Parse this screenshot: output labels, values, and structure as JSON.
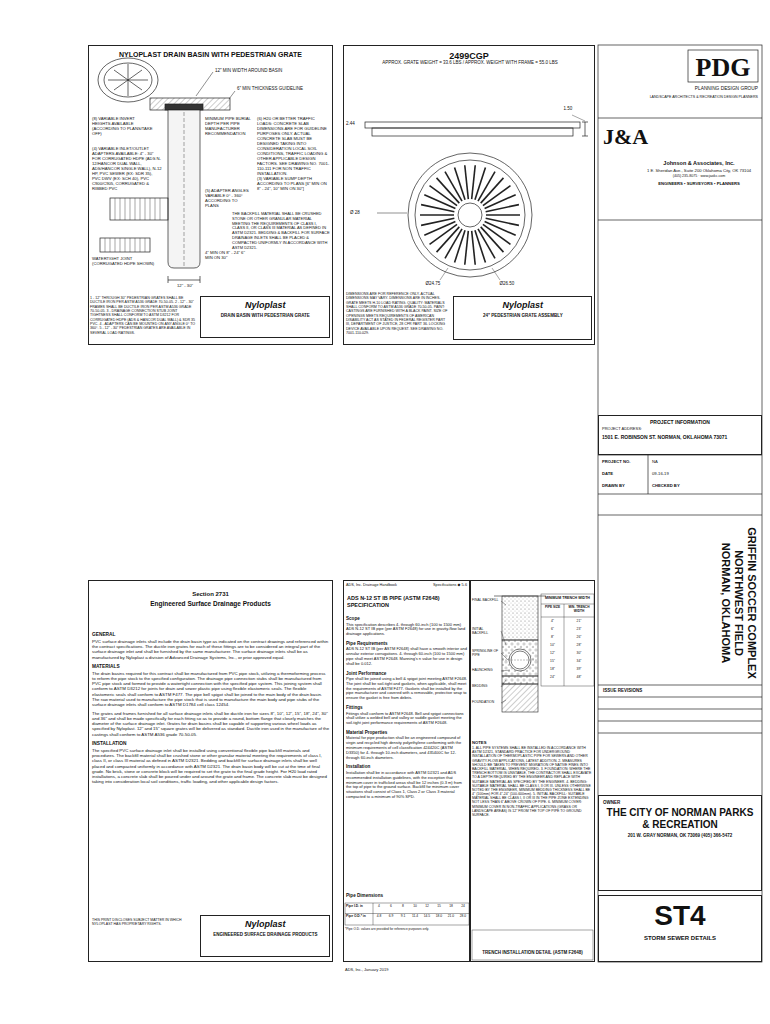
{
  "diagram": {
    "nodes": [
      {
        "text": [
          "NYLOPLAST DRAIN BASIN WITH PEDESTRIAN GRATE"
        ]
      },
      {
        "text": [
          "Nyloplast",
          "DRAIN BASIN WITH PEDESTRIAN GRATE"
        ],
        "in": 0
      },
      {
        "text": [
          "2499CGP"
        ]
      },
      {
        "text": [
          "Nyloplast",
          "24\" PEDESTRIAN GRATE ASSEMBLY"
        ],
        "in": 2
      },
      {
        "text": [
          "PROJECT INFORMATION",
          "PROJECT ADDRESS:",
          "1501 E. ROBINSON ST. NORMAN, OKLAHOMA 73071"
        ]
      },
      {
        "text": [
          "OWNER",
          "THE CITY OF NORMAN PARKS & RECREATION",
          "201 W. GRAY NORMAN, OK 73069 (405) 366-5472"
        ]
      },
      {
        "text": [
          "ST4",
          "STORM SEWER DETAILS"
        ]
      },
      {
        "text": [
          "Section 2731",
          "Engineered Surface Drainage Products"
        ]
      },
      {
        "text": [
          "Nyloplast",
          "ENGINEERED SURFACE DRAINAGE PRODUCTS"
        ],
        "in": 7
      },
      {
        "text": [
          "ADS N-12 ST IB PIPE (ASTM F2648) SPECIFICATION"
        ]
      },
      {
        "text": [
          "TRENCH INSTALLATION DETAIL (ASTM F2648)"
        ]
      }
    ],
    "labels": [
      "12\" MIN WIDTH AROUND BASIN",
      "6\" MIN THICKNESS GUIDELINE",
      "MINIMUM PIPE BURIAL DEPTH PER PIPE MANUFACTURER RECOMMENDATION",
      "(8) VARIABLE INVERT HEIGHTS AVAILABLE (ACCORDING TO PLANS/TAKE OFF)",
      "(5) ADAPTER ANGLES VARIABLE 0° - 360° ACCORDING TO PLANS",
      "(6) H20 OR BETTER TRAFFIC LOADS: CONCRETE SLAB DIMENSIONS ARE FOR GUIDELINE PURPOSES ONLY. ACTUAL CONCRETE SLAB MUST BE DESIGNED TAKING INTO CONSIDERATION LOCAL SOIL CONDITIONS, TRAFFIC LOADING & OTHER APPLICABLE DESIGN FACTORS. SEE DRAWING NO. 7001-110-111 FOR NON TRAFFIC INSTALLATION.",
      "(4) VARIABLE INLET/OUTLET ADAPTERS AVAILABLE: 4\" - 30\" FOR CORRUGATED HDPE (ADS N-12/HANCOR DUAL WALL, ADS/HANCOR SINGLE WALL), N-12 HP, PVC SEWER (EX: SDR 35), PVC DWV (EX: SCH 40), PVC C900/C905, CORRUGATED & RIBBED PVC",
      "4\" MIN ON 8\" - 24\" 6\" MIN ON 30\"",
      "(3) VARIABLE SUMP DEPTH ACCORDING TO PLANS [6\" MIN ON 8\" - 24\", 10\" MIN ON 30\"]",
      "THE BACKFILL MATERIAL SHALL BE CRUSHED STONE OR OTHER GRANULAR MATERIAL MEETING THE REQUIREMENTS OF CLASS I, CLASS II, OR CLASS III MATERIAL AS DEFINED IN ASTM D2321. BEDDING & BACKFILL FOR SURFACE DRAINAGE INLETS SHALL BE PLACED & COMPACTED UNIFORMLY IN ACCORDANCE WITH ASTM D2321.",
      "WATERTIGHT JOINT (CORRUGATED HDPE SHOWN)",
      "12\" - 30\"",
      "1 - 12\" THROUGH 30\" PEDESTRIAN GRATES SHALL BE DUCTILE IRON PER ASTM A536 GRADE 70-50-05. 2 - 12\" - 30\" FRAMES SHALL BE DUCTILE IRON PER ASTM A536 GRADE 70-50-05. 3 - DRAINAGE CONNECTION STUB JOINT TIGHTNESS SHALL CONFORM TO ASTM D3212 FOR CORRUGATED HDPE (ADS & HANCOR DUAL WALL) & SDR 35 PVC. 4 - ADAPTERS CAN BE MOUNTED ON ANY ANGLE 0° TO 360°. 5 - 12\" - 30\" PEDESTRIAN GRATES ARE AVAILABLE IN SEVERAL LOAD RATINGS.",
      "APPROX. GRATE WEIGHT = 33.6 LBS / APPROX. WEIGHT WITH FRAME = 55.0 LBS",
      "1.50",
      "2.44",
      "Ø 28",
      "Ø24.75",
      "Ø26.50",
      "DIMENSIONS ARE FOR REFERENCE ONLY. ACTUAL DIMENSIONS MAY VARY. DIMENSIONS ARE IN INCHES. GRATE MEETS H-10 LOAD RATING. QUALITY: MATERIALS SHALL CONFORM TO ASTM A536 GRADE 70-50-05. PAINT: CASTINGS ARE FURNISHED WITH A BLACK PAINT. SIZE OF OPENINGS MEETS REQUIREMENTS OF AMERICAN DISABILITY ACT AS STATED IN FEDERAL REGISTER PART III, DEPARTMENT OF JUSTICE, 28 CFR PART 36. LOCKING DEVICE AVAILABLE UPON REQUEST. SEE DRAWING NO. 7001-110-029.",
      "PDG",
      "PLANNING DESIGN GROUP",
      "LANDSCAPE ARCHITECTS & RECREATION DESIGN PLANNERS",
      "J&A",
      "Johnson & Associates, Inc.",
      "1 E. Sheridan Ave., Suite 200 Oklahoma City, OK 73104",
      "(405) 235-8075 · www.jaokc.com",
      "ENGINEERS • SURVEYORS • PLANNERS",
      "PROJECT NO.",
      "NA",
      "DATE",
      "09-16-19",
      "DRAWN BY",
      "CHECKED BY",
      "GRIFFIN SOCCER COMPLEX NORTHWEST FIELD NORMAN, OKLAHOMA",
      "ISSUE REVISIONS",
      "GENERAL",
      "PVC surface drainage inlets shall include the drain basin type as indicated on the contract drawings and referenced within the contract specifications. The ductile iron grates for each of these fittings are to be considered an integral part of the surface drainage inlet and shall be furnished by the same manufacturer. The surface drainage inlets shall be as manufactured by Nyloplast a division of Advanced Drainage Systems, Inc., or prior approved equal.",
      "MATERIALS",
      "The drain basins required for this contract shall be manufactured from PVC pipe stock, utilizing a thermoforming process to reform the pipe stock to the specified configuration. The drainage pipe connection stubs shall be manufactured from PVC pipe stock and formed to provide a watertight connection with the specified pipe system. This joining system shall conform to ASTM D3212 for joints for drain and sewer plastic pipe using flexible elastomeric seals. The flexible elastomeric seals shall conform to ASTM F477. The pipe bell spigot shall be joined to the main body of the drain basin. The raw material used to manufacture the pipe stock that is used to manufacture the main body and pipe stubs of the surface drainage inlets shall conform to ASTM D1784 cell class 12454.",
      "The grates and frames furnished for all surface drainage inlets shall be ductile iron for sizes 8\", 10\", 12\", 15\", 18\", 24\", 30\" and 36\" and shall be made specifically for each fitting so as to provide a round, bottom flange that closely matches the diameter of the surface drainage inlet. Grates for drain basins shall be capable of supporting various wheel loads as specified by Nyloplast. 12\" and 15\" square grates will be delivered as standard. Ductile iron used in the manufacture of the castings shall conform to ASTM A536 grade 70-50-05.",
      "INSTALLATION",
      "The specified PVC surface drainage inlet shall be installed using conventional flexible pipe backfill materials and procedures. The backfill material shall be crushed stone or other granular material meeting the requirements of class I, class II, or class III material as defined in ASTM D2321. Bedding and backfill for surface drainage inlets shall be well placed and compacted uniformly in accordance with ASTM D2321. The drain basin body will be cut at the time of final grade. No brick, stone or concrete block will be required to set the grate to the final grade height. For H20 load rated installations, a concrete slab shall be poured under and around the grate and frame. The concrete slab must be designed taking into consideration local soil conditions, traffic loading, and other applicable design factors.",
      "THIS PRINT DISCLOSES SUBJECT MATTER IN WHICH NYLOPLAST HAS PROPRIETARY RIGHTS.",
      "ADS, Inc. Drainage Handbook",
      "Specifications ◆ 5-6",
      "Scope",
      "This specification describes 4- through 60-inch (100 to 1500 mm) ADS N-12 ST IB pipe (per ASTM F2648) for use in gravity-flow land drainage applications.",
      "Pipe Requirements",
      "ADS N-12 ST IB (per ASTM F2648) shall have a smooth interior and annular exterior corrugations. 4- through 60-inch (100 to 1500 mm) pipe shall meet ASTM F2648. Manning's n value for use in design shall be 0.012.",
      "Joint Performance",
      "Pipe shall be joined using a bell & spigot joint meeting ASTM F2648. The joint shall be soil-tight and gaskets, when applicable, shall meet the requirements of ASTM F477. Gaskets shall be installed by the pipe manufacturer and covered with a removable, protective wrap to ensure the gasket is free from debris.",
      "Fittings",
      "Fittings shall conform to ASTM F2648. Bell and spigot connections shall utilize a welded bell and valley or saddle gasket meeting the soil-tight joint performance requirements of ASTM F2648.",
      "Material Properties",
      "Material for pipe production shall be an engineered compound of virgin and recycled high density polyethylene conforming with the minimum requirements of cell classification 424420C (ASTM D3350) for 4- through 10-inch diameters, and 435400C for 12- through 60-inch diameters.",
      "Installation",
      "Installation shall be in accordance with ASTM D2321 and ADS recommended installation guidelines, with the exception that minimum cover in trafficked areas shall be 12 inches (0.3 m) from the top of pipe to the ground surface. Backfill for minimum cover situations shall consist of Class 1, Class 2 or Class 3 material compacted to a minimum of 90% SPD.",
      "Pipe Dimensions",
      "Pipe I.D. in",
      "4",
      "6",
      "8",
      "10",
      "12",
      "15",
      "18",
      "24",
      "Pipe O.D.* in",
      "4.8",
      "6.9",
      "9.1",
      "11.4",
      "14.5",
      "18.0",
      "21.0",
      "28.0",
      "*Pipe O.D. values are provided for reference purposes only.",
      "FINAL BACKFILL",
      "SPRINGLINE OF PIPE",
      "INITIAL BACKFILL",
      "HAUNCHING",
      "BEDDING",
      "FOUNDATION",
      "MINIMUM TRENCH WIDTH",
      "PIPE SIZE",
      "MIN. TRENCH WIDTH",
      "4\"",
      "21\"",
      "6\"",
      "23\"",
      "8\"",
      "26\"",
      "10\"",
      "28\"",
      "12\"",
      "30\"",
      "15\"",
      "34\"",
      "18\"",
      "39\"",
      "24\"",
      "48\"",
      "NOTES",
      "1. ALL PIPE SYSTEMS SHALL BE INSTALLED IN ACCORDANCE WITH ASTM D2321, STANDARD PRACTICE FOR UNDERGROUND INSTALLATION OF THERMOPLASTIC PIPE FOR SEWERS AND OTHER GRAVITY-FLOW APPLICATIONS, LATEST ADDITION. 2. MEASURES SHOULD BE TAKEN TO PREVENT MIGRATION OF NATIVE FINES INTO BACKFILL MATERIAL, WHEN REQUIRED. 3. FOUNDATION: WHERE THE TRENCH BOTTOM IS UNSTABLE, THE CONTRACTOR SHALL EXCAVATE TO A DEPTH REQUIRED BY THE ENGINEER AND REPLACE WITH SUITABLE MATERIAL AS SPECIFIED BY THE ENGINEER. 4. BEDDING: SUITABLE MATERIAL SHALL BE CLASS I, II OR III. UNLESS OTHERWISE NOTED BY THE ENGINEER, MINIMUM BEDDING THICKNESS SHALL BE 4\" (100mm) FOR 4\"-24\" (100-600mm). 5. INITIAL BACKFILL: SUITABLE MATERIAL SHALL BE CLASS I, II OR III IN THE PIPE ZONE EXTENDING NOT LESS THAN 6\" ABOVE CROWN OF PIPE. 6. MINIMUM COVER: MINIMUM COVER IN NON-TRAFFIC APPLICATIONS (GRASS OR LANDSCAPE AREAS) IS 12\" FROM THE TOP OF PIPE TO GROUND SURFACE.",
      "ADS, Inc., January 2019"
    ]
  }
}
